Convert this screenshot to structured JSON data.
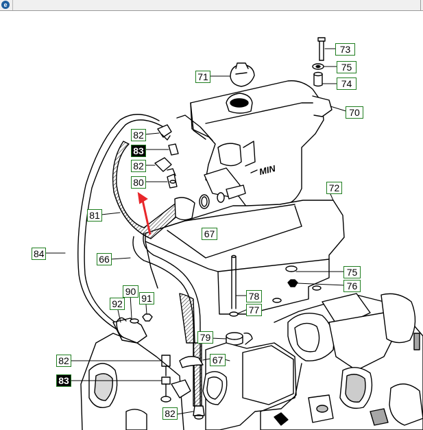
{
  "window": {
    "app_icon": "app-icon"
  },
  "callouts": {
    "c66": "66",
    "c67a": "67",
    "c67b": "67",
    "c70": "70",
    "c71": "71",
    "c72": "72",
    "c73": "73",
    "c74": "74",
    "c75a": "75",
    "c75b": "75",
    "c76": "76",
    "c77": "77",
    "c78": "78",
    "c79": "79",
    "c80": "80",
    "c81": "81",
    "c82a": "82",
    "c82b": "82",
    "c82c": "82",
    "c82d": "82",
    "c83a": "83",
    "c83b": "83",
    "c84": "84",
    "c90": "90",
    "c91": "91",
    "c92": "92"
  },
  "tank_label": "MIN",
  "colors": {
    "callout_border": "#1e7d1e",
    "arrow": "#e8262a",
    "line": "#000000"
  }
}
